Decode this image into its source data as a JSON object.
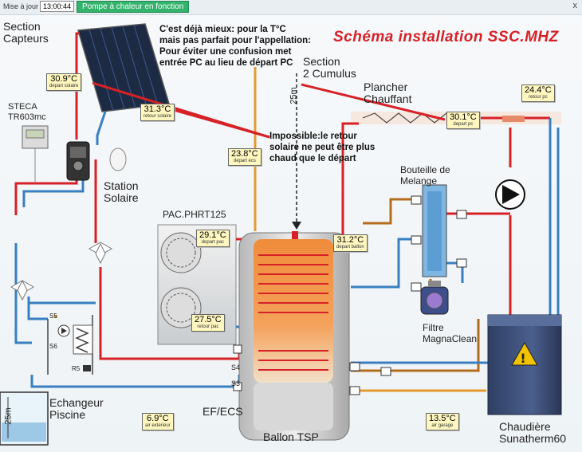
{
  "topbar": {
    "update_label": "Mise à jour à",
    "update_time": "13:00:44",
    "status": "Pompe à chaleur en fonction",
    "close_glyph": "x"
  },
  "title": "Schéma installation SSC.MHZ",
  "sections": {
    "capteurs": [
      "Section",
      "Capteurs"
    ],
    "cumulus": [
      "Section",
      "2 Cumulus"
    ],
    "plancher": [
      "Plancher",
      "Chauffant"
    ],
    "steca": [
      "STECA",
      "TR603mc"
    ],
    "station": [
      "Station",
      "Solaire"
    ],
    "pac": "PAC.PHRT125",
    "bouteille": [
      "Bouteille de",
      "Melange"
    ],
    "filtre": [
      "Filtre",
      "MagnaClean"
    ],
    "echangeur": [
      "Echangeur",
      "Piscine"
    ],
    "efecs": "EF/ECS",
    "ballon": "Ballon TSP",
    "chaudiere": [
      "Chaudière",
      "Sunatherm60"
    ]
  },
  "notes": {
    "top": [
      "C'est déjà mieux: pour la T°C",
      "mais pas parfait pour l'appellation:",
      "Pour éviter une confusion met",
      "entrée PC au lieu de départ PC"
    ],
    "mid": [
      "Impossible:le retour",
      "solaire ne peut être plus",
      "chaud que le départ"
    ]
  },
  "dims": {
    "height_cumulus": "25m",
    "height_piscine": "25m"
  },
  "temps": {
    "depart_solaire": {
      "value": "30.9°C",
      "label": "depart solaire"
    },
    "retour_solaire": {
      "value": "31.3°C",
      "label": "retour solaire"
    },
    "depart_ecs": {
      "value": "23.8°C",
      "label": "depart ecs"
    },
    "depart_pc": {
      "value": "30.1°C",
      "label": "depart pc"
    },
    "retour_pc_top": {
      "value": "24.4°C",
      "label": "retour pc"
    },
    "depart_pac": {
      "value": "29.1°C",
      "label": "depart pac"
    },
    "depart_ballon": {
      "value": "31.2°C",
      "label": "depart ballon"
    },
    "retour_pac": {
      "value": "27.5°C",
      "label": "retour pac"
    },
    "air_exterieur": {
      "value": "6.9°C",
      "label": "air exterieur"
    },
    "air_garage": {
      "value": "13.5°C",
      "label": "air garage"
    }
  },
  "small_labels": {
    "s5": "S5",
    "s4": "S4",
    "s3": "S3",
    "r5": "R5",
    "s6": "S6"
  },
  "colors": {
    "hot": "#d62127",
    "cold": "#3a7fc1",
    "orange": "#e79a2f",
    "brown": "#b36d1d",
    "green": "#33b36b"
  }
}
